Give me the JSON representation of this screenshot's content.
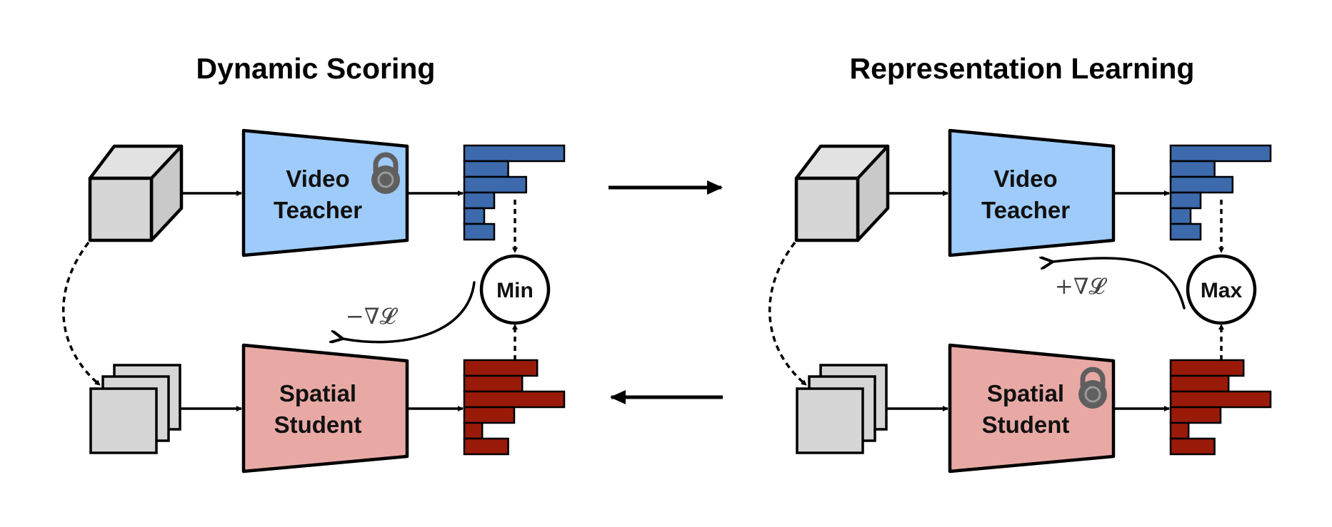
{
  "panels": [
    {
      "title": "Dynamic Scoring",
      "teacher_label": [
        "Video",
        "Teacher"
      ],
      "student_label": [
        "Spatial",
        "Student"
      ],
      "operator": "Min",
      "gradient_label": "−∇𝓛",
      "frozen": "teacher"
    },
    {
      "title": "Representation Learning",
      "teacher_label": [
        "Video",
        "Teacher"
      ],
      "student_label": [
        "Spatial",
        "Student"
      ],
      "operator": "Max",
      "gradient_label": "+∇𝓛",
      "frozen": "student"
    }
  ],
  "teacher_distribution": [
    1.0,
    0.44,
    0.62,
    0.3,
    0.2,
    0.3
  ],
  "student_distribution": [
    0.73,
    0.58,
    1.0,
    0.5,
    0.18,
    0.44
  ],
  "colors": {
    "teacher_fill": "#9ecbfa",
    "student_fill": "#e8a9a5",
    "teacher_bar": "#3c6aad",
    "student_bar": "#9a1a0a",
    "input_fill": "#d6d6d6",
    "lock": "#5f5f5f"
  },
  "icons": [
    "lock-icon",
    "video-cube-icon",
    "frame-stack-icon"
  ]
}
